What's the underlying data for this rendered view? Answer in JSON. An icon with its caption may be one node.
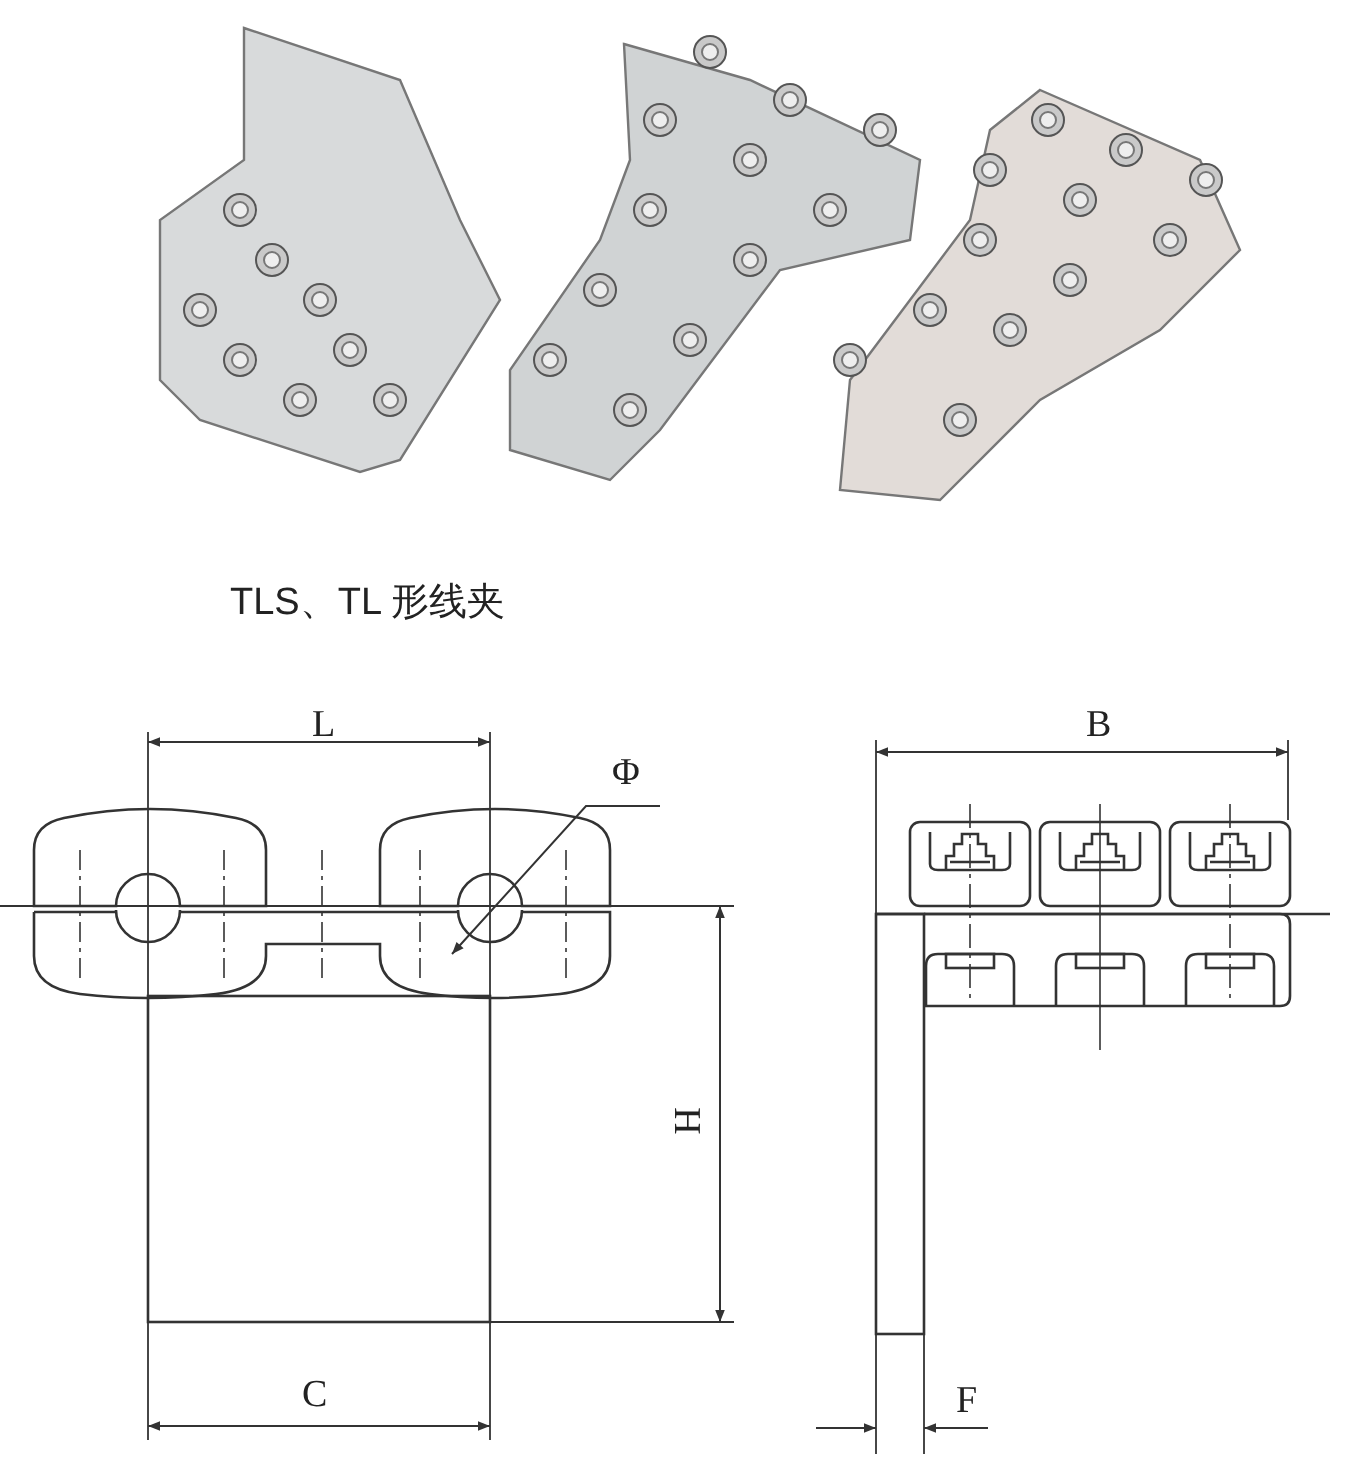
{
  "diagram": {
    "title": "TLS、TL 形线夹",
    "labels": [
      "L",
      "B",
      "Φ",
      "H",
      "C",
      "F"
    ]
  }
}
